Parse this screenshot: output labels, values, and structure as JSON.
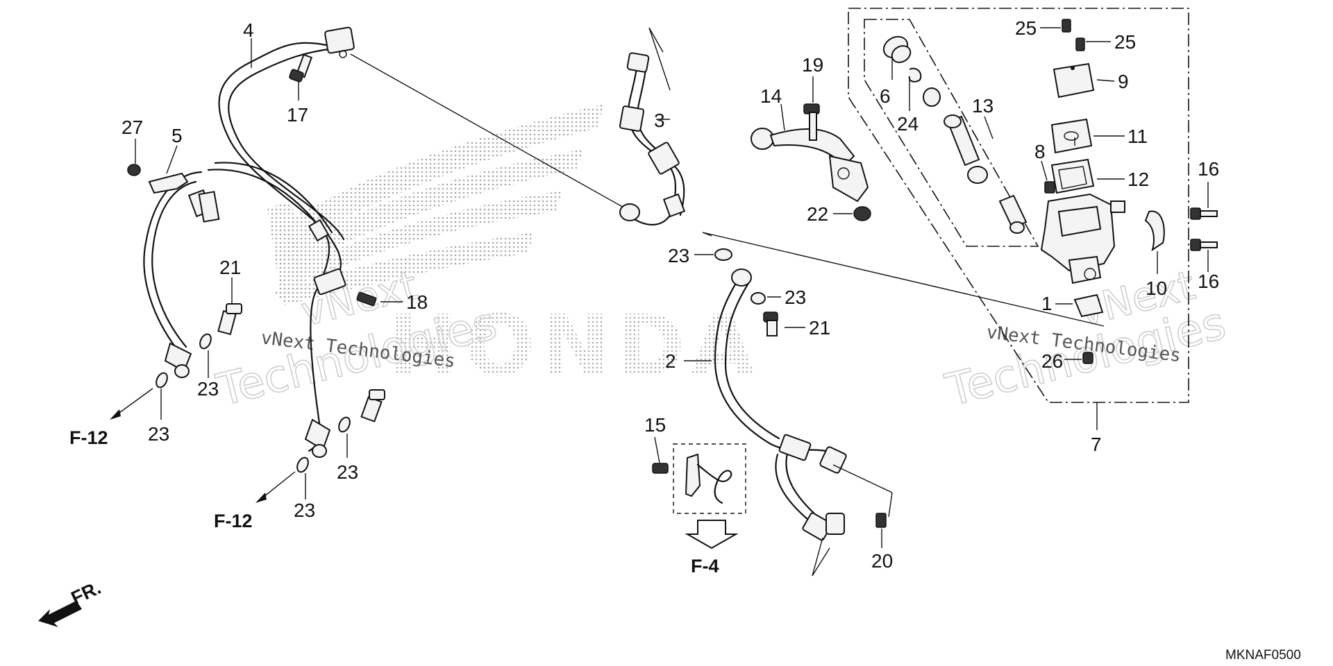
{
  "diagram": {
    "callouts": [
      {
        "id": "c1",
        "label": "1"
      },
      {
        "id": "c2",
        "label": "2"
      },
      {
        "id": "c3",
        "label": "3"
      },
      {
        "id": "c4",
        "label": "4"
      },
      {
        "id": "c5",
        "label": "5"
      },
      {
        "id": "c6",
        "label": "6"
      },
      {
        "id": "c7",
        "label": "7"
      },
      {
        "id": "c8",
        "label": "8"
      },
      {
        "id": "c9",
        "label": "9"
      },
      {
        "id": "c10",
        "label": "10"
      },
      {
        "id": "c11",
        "label": "11"
      },
      {
        "id": "c12",
        "label": "12"
      },
      {
        "id": "c13",
        "label": "13"
      },
      {
        "id": "c14",
        "label": "14"
      },
      {
        "id": "c15",
        "label": "15"
      },
      {
        "id": "c16a",
        "label": "16"
      },
      {
        "id": "c16b",
        "label": "16"
      },
      {
        "id": "c17",
        "label": "17"
      },
      {
        "id": "c18",
        "label": "18"
      },
      {
        "id": "c19",
        "label": "19"
      },
      {
        "id": "c20",
        "label": "20"
      },
      {
        "id": "c21a",
        "label": "21"
      },
      {
        "id": "c21b",
        "label": "21"
      },
      {
        "id": "c22",
        "label": "22"
      },
      {
        "id": "c23a",
        "label": "23"
      },
      {
        "id": "c23b",
        "label": "23"
      },
      {
        "id": "c23c",
        "label": "23"
      },
      {
        "id": "c23d",
        "label": "23"
      },
      {
        "id": "c23e",
        "label": "23"
      },
      {
        "id": "c23f",
        "label": "23"
      },
      {
        "id": "c24",
        "label": "24"
      },
      {
        "id": "c25a",
        "label": "25"
      },
      {
        "id": "c25b",
        "label": "25"
      },
      {
        "id": "c26",
        "label": "26"
      },
      {
        "id": "c27",
        "label": "27"
      }
    ],
    "refs": {
      "f12_top": "F-12",
      "f12_bottom": "F-12",
      "f4": "F-4",
      "front": "FR."
    },
    "code": "MKNAF0500",
    "watermark": {
      "line1": "vNext",
      "line2": "Technologies",
      "small": "vNext Technologies"
    },
    "brand_bg": "HONDA"
  },
  "colors": {
    "ink": "#111111",
    "watermark": "#cfcfcf",
    "dots": "#888888"
  }
}
